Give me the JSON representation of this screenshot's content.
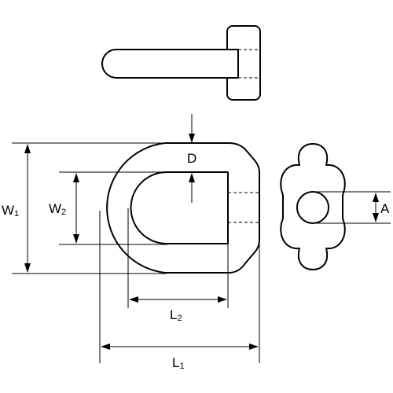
{
  "diagram": {
    "dimensions": {
      "W1": {
        "base": "W",
        "sub": "1"
      },
      "W2": {
        "base": "W",
        "sub": "2"
      },
      "L1": {
        "base": "L",
        "sub": "1"
      },
      "L2": {
        "base": "L",
        "sub": "2"
      },
      "D": {
        "base": "D",
        "sub": ""
      },
      "A": {
        "base": "A",
        "sub": ""
      }
    },
    "views": [
      "top-view",
      "front-view",
      "side-view"
    ],
    "colors": {
      "line": "#000000",
      "background": "#ffffff"
    }
  }
}
